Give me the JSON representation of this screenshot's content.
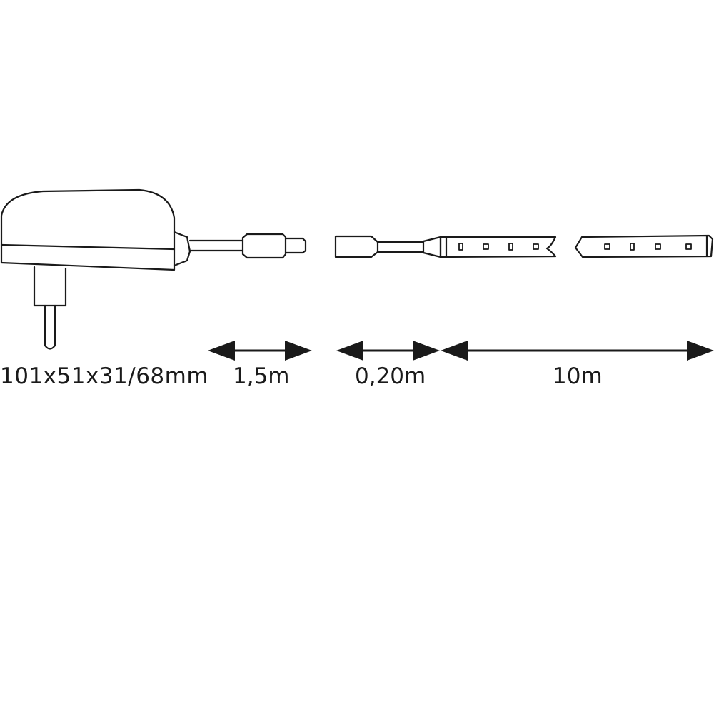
{
  "dimensions": {
    "adapter": "101x51x31/68mm",
    "cable": "1,5m",
    "connector": "0,20m",
    "strip": "10m"
  },
  "colors": {
    "line": "#1a1a1a",
    "background": "#ffffff"
  }
}
